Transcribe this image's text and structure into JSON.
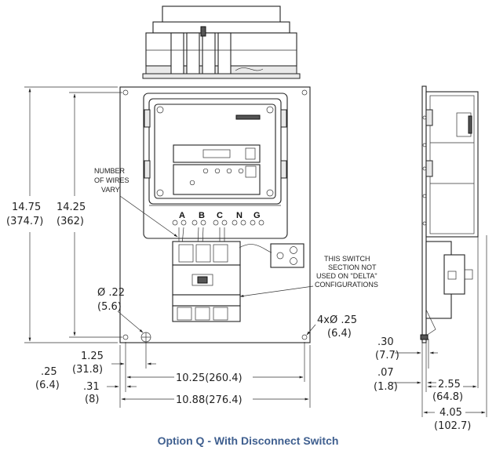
{
  "caption": "Option Q - With Disconnect Switch",
  "front_view": {
    "height_dims": {
      "overall_in": "14.75",
      "overall_mm": "(374.7)",
      "inner_in": "14.25",
      "inner_mm": "(362)"
    },
    "hole_dia": {
      "in": "Ø .22",
      "mm": "(5.6)"
    },
    "mount_holes": {
      "in": "4xØ .25",
      "mm": "(6.4)"
    },
    "notes": {
      "wires": [
        "NUMBER",
        "OF WIRES",
        "VARY"
      ],
      "switch": [
        "THIS SWITCH",
        "SECTION NOT",
        "USED ON \"DELTA\"",
        "CONFIGURATIONS"
      ]
    },
    "phase_labels": [
      "A",
      "B",
      "C",
      "N",
      "G"
    ],
    "bottom_dims": {
      "hole_offset_in": "1.25",
      "hole_offset_mm": "(31.8)",
      "left_edge_in": ".25",
      "left_edge_mm": "(6.4)",
      "second_in": ".31",
      "second_mm": "(8)",
      "width_inner": "10.25(260.4)",
      "width_overall": "10.88(276.4)"
    }
  },
  "side_view": {
    "dims": {
      "flange_in": ".30",
      "flange_mm": "(7.7)",
      "plate_in": ".07",
      "plate_mm": "(1.8)",
      "depth_in": "2.55",
      "depth_mm": "(64.8)",
      "overall_in": "4.05",
      "overall_mm": "(102.7)"
    }
  }
}
